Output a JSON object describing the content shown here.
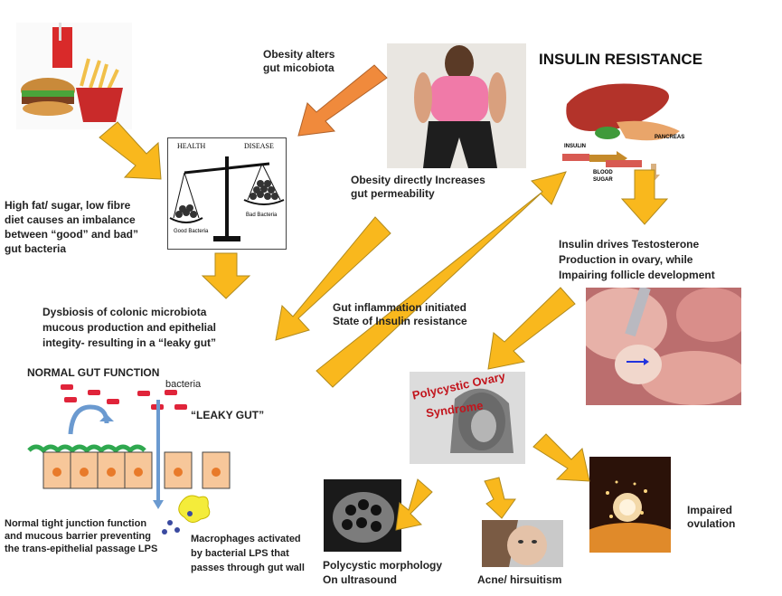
{
  "colors": {
    "arrow": "#f9b81d",
    "arrow_outline": "#b08a1e",
    "orange_arrow": "#f08a3c",
    "bacteria": "#e0243a",
    "cell": "#f7c79a",
    "nucleus": "#e87a2a",
    "mucus": "#2fa84f"
  },
  "labels": {
    "obesity_microbiota": "Obesity alters\ngut micobiota",
    "insulin_resistance": "INSULIN RESISTANCE",
    "diet": "High fat/ sugar, low fibre\ndiet causes an imbalance\nbetween “good” and bad”\n gut bacteria",
    "obesity_permeability": "Obesity directly Increases\ngut permeability",
    "insulin_testosterone": "Insulin drives Testosterone\nProduction in ovary, while\nImpairing follicle development",
    "dysbiosis": "Dysbiosis of colonic microbiota\nmucous production and epithelial\nintegity-  resulting in a “leaky gut”",
    "gut_inflammation": "Gut inflammation initiated\nState of Insulin resistance",
    "normal_gut": "NORMAL GUT FUNCTION",
    "bacteria": "bacteria",
    "leaky_gut": "“LEAKY GUT”",
    "tight_junction": "Normal tight junction function\nand mucous barrier preventing\nthe trans-epithelial passage LPS",
    "macrophages": "Macrophages activated\nby bacterial LPS that\npasses through gut wall",
    "polycystic_morphology": "Polycystic morphology\nOn ultrasound",
    "acne": "Acne/ hirsuitism",
    "impaired_ovulation": "Impaired\novulation"
  },
  "scale": {
    "health": "HEALTH",
    "disease": "DISEASE",
    "good": "Good Bacteria",
    "bad": "Bad Bacteria"
  },
  "liver": {
    "insulin": "INSULIN",
    "pancreas": "PANCREAS",
    "blood_sugar": "BLOOD\nSUGAR"
  },
  "pcos": {
    "line1": "Polycystic Ovary",
    "line2": "Syndrome"
  }
}
